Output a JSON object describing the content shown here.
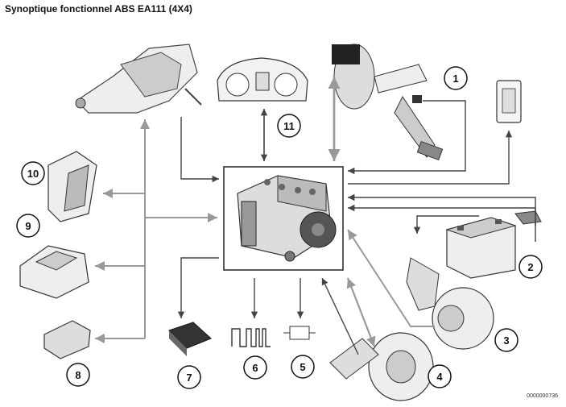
{
  "title": "Synoptique fonctionnel ABS EA111 (4X4)",
  "reference": "0000000736",
  "callouts": [
    "1",
    "2",
    "3",
    "4",
    "5",
    "6",
    "7",
    "8",
    "9",
    "10",
    "11"
  ],
  "components": {
    "c1": "brake-pedal-servo",
    "c2": "battery",
    "c3": "front-wheel-speed-sensor",
    "c4": "rear-drum-brake",
    "c5": "brake-light-switch",
    "c6": "diagnostic-signals",
    "c7": "yaw-rate-sensor",
    "c8": "connector-module",
    "c9": "airbag-ecu",
    "c10": "engine-ecu",
    "c11": "instrument-cluster"
  },
  "icons": [
    "abs-hydraulic-unit-icon",
    "steering-column-icon",
    "warning-lamp-icon",
    "arrow-icon"
  ]
}
